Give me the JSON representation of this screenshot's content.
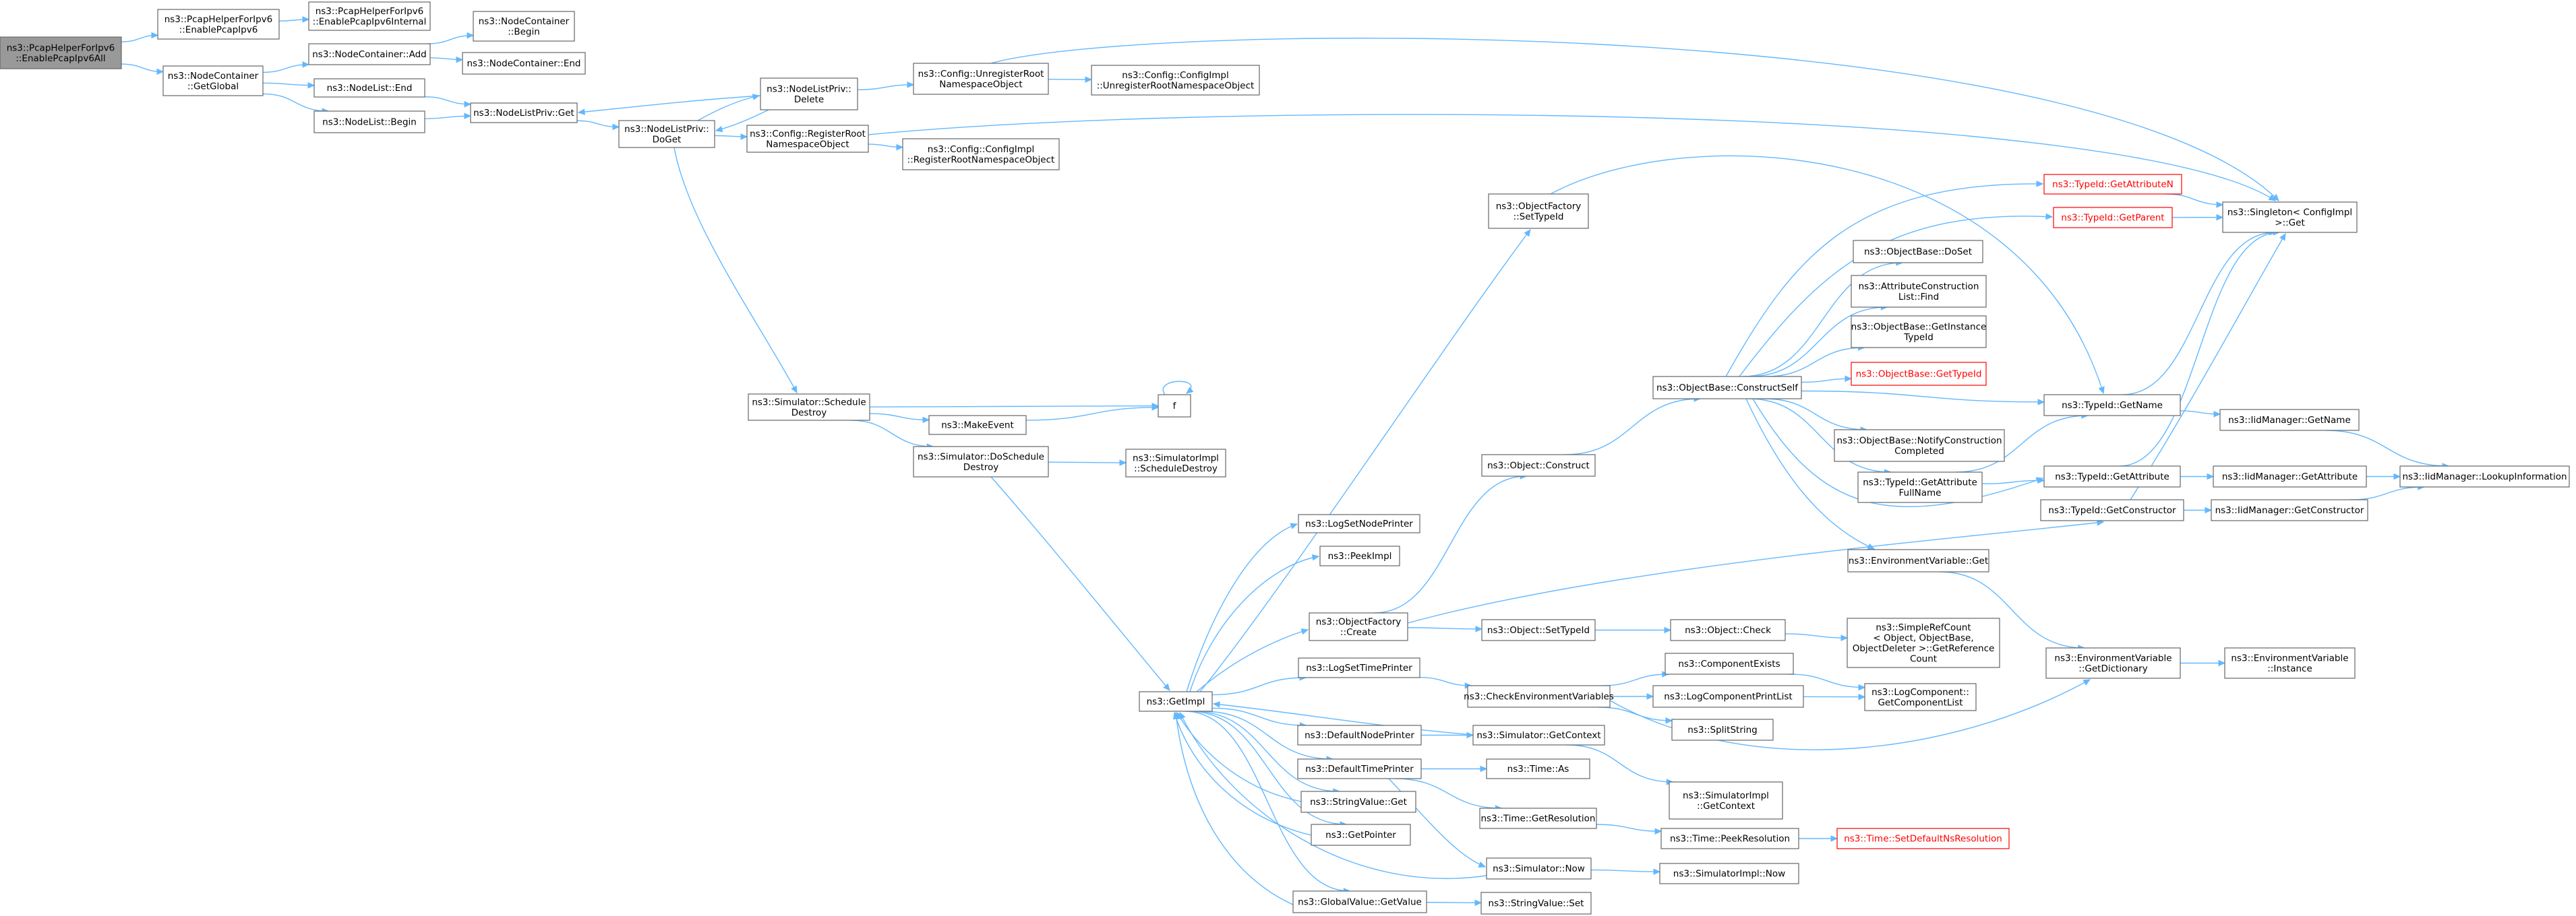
{
  "graph": {
    "nodes": [
      {
        "id": "root",
        "lines": [
          "ns3::PcapHelperForIpv6",
          "::EnablePcapIpv6All"
        ],
        "style": "root"
      },
      {
        "id": "enablePcapIpv6",
        "lines": [
          "ns3::PcapHelperForIpv6",
          "::EnablePcapIpv6"
        ]
      },
      {
        "id": "enablePcapIpv6Internal",
        "lines": [
          "ns3::PcapHelperForIpv6",
          "::EnablePcapIpv6Internal"
        ]
      },
      {
        "id": "ncGetGlobal",
        "lines": [
          "ns3::NodeContainer",
          "::GetGlobal"
        ]
      },
      {
        "id": "ncAdd",
        "lines": [
          "ns3::NodeContainer::Add"
        ]
      },
      {
        "id": "ncBegin",
        "lines": [
          "ns3::NodeContainer",
          "::Begin"
        ]
      },
      {
        "id": "ncEnd",
        "lines": [
          "ns3::NodeContainer::End"
        ]
      },
      {
        "id": "nlEnd",
        "lines": [
          "ns3::NodeList::End"
        ]
      },
      {
        "id": "nlBegin",
        "lines": [
          "ns3::NodeList::Begin"
        ]
      },
      {
        "id": "nlpGet",
        "lines": [
          "ns3::NodeListPriv::Get"
        ]
      },
      {
        "id": "nlpDelete",
        "lines": [
          "ns3::NodeListPriv::",
          "Delete"
        ]
      },
      {
        "id": "nlpDoGet",
        "lines": [
          "ns3::NodeListPriv::",
          "DoGet"
        ]
      },
      {
        "id": "cfgUnregRoot",
        "lines": [
          "ns3::Config::UnregisterRoot",
          "NamespaceObject"
        ]
      },
      {
        "id": "cfgImplUnreg",
        "lines": [
          "ns3::Config::ConfigImpl",
          "::UnregisterRootNamespaceObject"
        ]
      },
      {
        "id": "cfgRegRoot",
        "lines": [
          "ns3::Config::RegisterRoot",
          "NamespaceObject"
        ]
      },
      {
        "id": "cfgImplReg",
        "lines": [
          "ns3::Config::ConfigImpl",
          "::RegisterRootNamespaceObject"
        ]
      },
      {
        "id": "simSchedDestroy",
        "lines": [
          "ns3::Simulator::Schedule",
          "Destroy"
        ]
      },
      {
        "id": "f",
        "lines": [
          "f"
        ]
      },
      {
        "id": "makeEvent",
        "lines": [
          "ns3::MakeEvent"
        ]
      },
      {
        "id": "simDoSchedDestroy",
        "lines": [
          "ns3::Simulator::DoSchedule",
          "Destroy"
        ]
      },
      {
        "id": "simImplSchedDestroy",
        "lines": [
          "ns3::SimulatorImpl",
          "::ScheduleDestroy"
        ]
      },
      {
        "id": "logSetNodePrinter",
        "lines": [
          "ns3::LogSetNodePrinter"
        ]
      },
      {
        "id": "peekImpl",
        "lines": [
          "ns3::PeekImpl"
        ]
      },
      {
        "id": "ofCreate",
        "lines": [
          "ns3::ObjectFactory",
          "::Create"
        ]
      },
      {
        "id": "logSetTimePrinter",
        "lines": [
          "ns3::LogSetTimePrinter"
        ]
      },
      {
        "id": "getImpl",
        "lines": [
          "ns3::GetImpl"
        ]
      },
      {
        "id": "defaultNodePrinter",
        "lines": [
          "ns3::DefaultNodePrinter"
        ]
      },
      {
        "id": "defaultTimePrinter",
        "lines": [
          "ns3::DefaultTimePrinter"
        ]
      },
      {
        "id": "stringValueGet",
        "lines": [
          "ns3::StringValue::Get"
        ]
      },
      {
        "id": "getPointer",
        "lines": [
          "ns3::GetPointer"
        ]
      },
      {
        "id": "gvGetValue",
        "lines": [
          "ns3::GlobalValue::GetValue"
        ]
      },
      {
        "id": "ofSetTypeId",
        "lines": [
          "ns3::ObjectFactory",
          "::SetTypeId"
        ]
      },
      {
        "id": "objConstruct",
        "lines": [
          "ns3::Object::Construct"
        ]
      },
      {
        "id": "objSetTypeId",
        "lines": [
          "ns3::Object::SetTypeId"
        ]
      },
      {
        "id": "checkEnvVars",
        "lines": [
          "ns3::CheckEnvironmentVariables"
        ]
      },
      {
        "id": "simGetContext",
        "lines": [
          "ns3::Simulator::GetContext"
        ]
      },
      {
        "id": "timeAs",
        "lines": [
          "ns3::Time::As"
        ]
      },
      {
        "id": "timeGetRes",
        "lines": [
          "ns3::Time::GetResolution"
        ]
      },
      {
        "id": "simNow",
        "lines": [
          "ns3::Simulator::Now"
        ]
      },
      {
        "id": "stringValueSet",
        "lines": [
          "ns3::StringValue::Set"
        ]
      },
      {
        "id": "obConstructSelf",
        "lines": [
          "ns3::ObjectBase::ConstructSelf"
        ]
      },
      {
        "id": "objCheck",
        "lines": [
          "ns3::Object::Check"
        ]
      },
      {
        "id": "compExists",
        "lines": [
          "ns3::ComponentExists"
        ]
      },
      {
        "id": "logCompPrintList",
        "lines": [
          "ns3::LogComponentPrintList"
        ]
      },
      {
        "id": "splitString",
        "lines": [
          "ns3::SplitString"
        ]
      },
      {
        "id": "simImplGetContext",
        "lines": [
          "ns3::SimulatorImpl",
          "::GetContext"
        ]
      },
      {
        "id": "timePeekRes",
        "lines": [
          "ns3::Time::PeekResolution"
        ]
      },
      {
        "id": "simImplNow",
        "lines": [
          "ns3::SimulatorImpl::Now"
        ]
      },
      {
        "id": "timeSetDefaultNsRes",
        "lines": [
          "ns3::Time::SetDefaultNsResolution"
        ],
        "style": "red"
      },
      {
        "id": "obDoSet",
        "lines": [
          "ns3::ObjectBase::DoSet"
        ]
      },
      {
        "id": "attrConstrListFind",
        "lines": [
          "ns3::AttributeConstruction",
          "List::Find"
        ]
      },
      {
        "id": "obGetInstanceTypeId",
        "lines": [
          "ns3::ObjectBase::GetInstance",
          "TypeId"
        ]
      },
      {
        "id": "obGetTypeId",
        "lines": [
          "ns3::ObjectBase::GetTypeId"
        ],
        "style": "red"
      },
      {
        "id": "obNotifyConstr",
        "lines": [
          "ns3::ObjectBase::NotifyConstruction",
          "Completed"
        ]
      },
      {
        "id": "tidGetAttrFullName",
        "lines": [
          "ns3::TypeId::GetAttribute",
          "FullName"
        ]
      },
      {
        "id": "envVarGet",
        "lines": [
          "ns3::EnvironmentVariable::Get"
        ]
      },
      {
        "id": "simpleRefCount",
        "lines": [
          "ns3::SimpleRefCount",
          "< Object, ObjectBase,",
          "ObjectDeleter >::GetReference",
          "Count"
        ]
      },
      {
        "id": "logCompGetList",
        "lines": [
          "ns3::LogComponent::",
          "GetComponentList"
        ]
      },
      {
        "id": "tidGetAttributeN",
        "lines": [
          "ns3::TypeId::GetAttributeN"
        ],
        "style": "red"
      },
      {
        "id": "tidGetParent",
        "lines": [
          "ns3::TypeId::GetParent"
        ],
        "style": "red"
      },
      {
        "id": "tidGetName",
        "lines": [
          "ns3::TypeId::GetName"
        ]
      },
      {
        "id": "tidGetAttribute",
        "lines": [
          "ns3::TypeId::GetAttribute"
        ]
      },
      {
        "id": "tidGetConstructor",
        "lines": [
          "ns3::TypeId::GetConstructor"
        ]
      },
      {
        "id": "envVarGetDict",
        "lines": [
          "ns3::EnvironmentVariable",
          "::GetDictionary"
        ]
      },
      {
        "id": "singletonGet",
        "lines": [
          "ns3::Singleton< ConfigImpl",
          " >::Get"
        ]
      },
      {
        "id": "iidGetName",
        "lines": [
          "ns3::IidManager::GetName"
        ]
      },
      {
        "id": "iidGetAttribute",
        "lines": [
          "ns3::IidManager::GetAttribute"
        ]
      },
      {
        "id": "iidGetConstructor",
        "lines": [
          "ns3::IidManager::GetConstructor"
        ]
      },
      {
        "id": "iidLookupInfo",
        "lines": [
          "ns3::IidManager::LookupInformation"
        ]
      },
      {
        "id": "envVarInstance",
        "lines": [
          "ns3::EnvironmentVariable",
          "::Instance"
        ]
      }
    ]
  }
}
